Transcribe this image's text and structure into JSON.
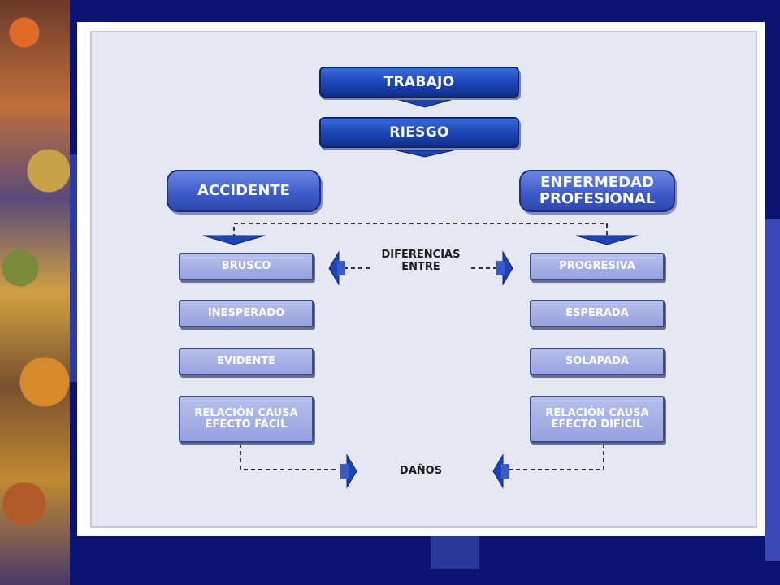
{
  "diagram": {
    "top": [
      "TRABAJO",
      "RIESGO"
    ],
    "left_header": "ACCIDENTE",
    "right_header": "ENFERMEDAD PROFESIONAL",
    "middle_label": "DIFERENCIAS ENTRE",
    "bottom_label": "DAÑOS",
    "left_items": [
      "BRUSCO",
      "INESPERADO",
      "EVIDENTE",
      "RELACIÓN CAUSA EFECTO FÁCIL"
    ],
    "right_items": [
      "PROGRESIVA",
      "ESPERADA",
      "SOLAPADA",
      "RELACIÓN CAUSA EFECTO DIFICIL"
    ]
  },
  "colors": {
    "background": "#0b1470",
    "panel": "#e5e7f3",
    "banner": "#1b44b5",
    "pill": "#3a5ac8",
    "item": "#a6b0e6"
  }
}
